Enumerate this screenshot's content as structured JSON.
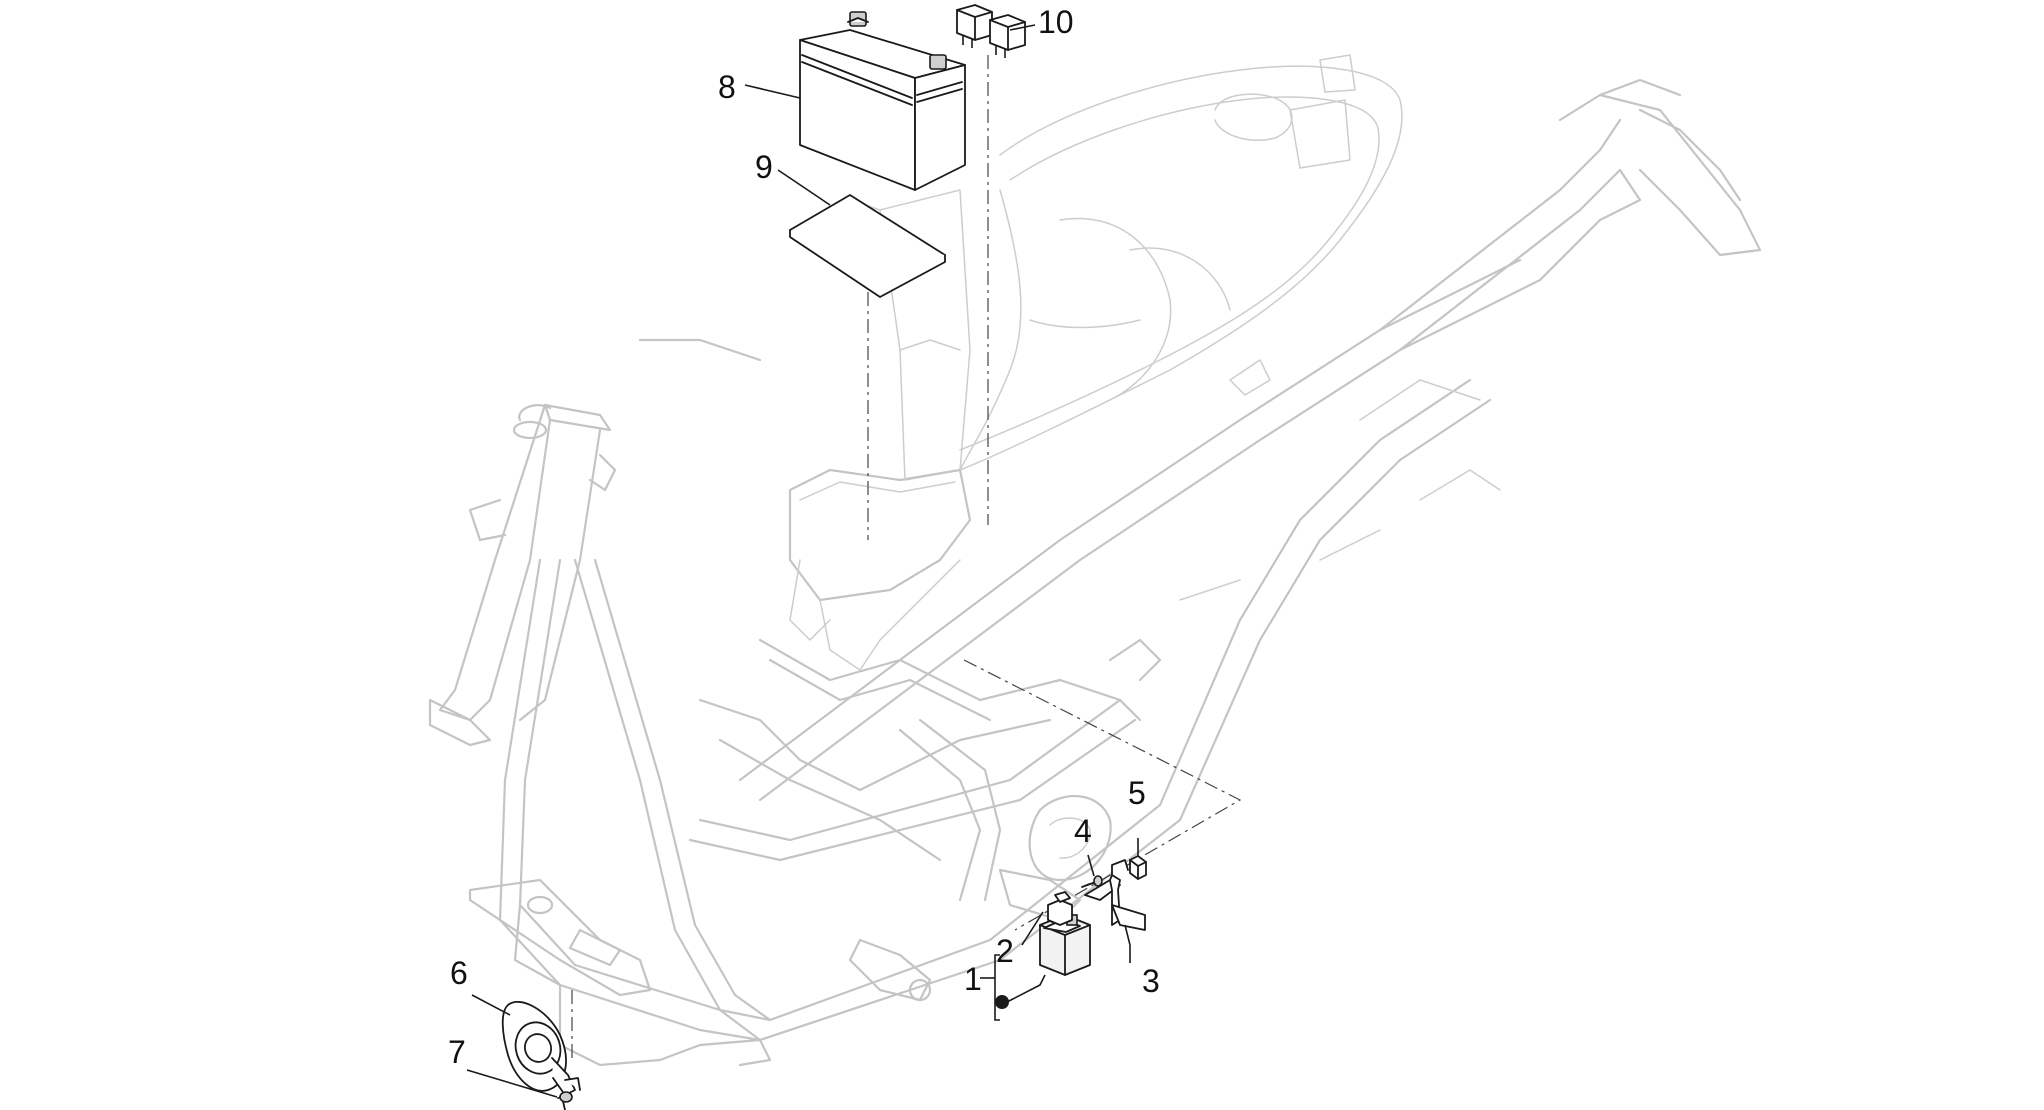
{
  "callouts": {
    "c1": "1",
    "c2": "2",
    "c3": "3",
    "c4": "4",
    "c5": "5",
    "c6": "6",
    "c7": "7",
    "c8": "8",
    "c9": "9",
    "c10": "10"
  },
  "colors": {
    "frame_line": "#c4c4c4",
    "part_line": "#1a1a1a",
    "background": "#ffffff"
  }
}
